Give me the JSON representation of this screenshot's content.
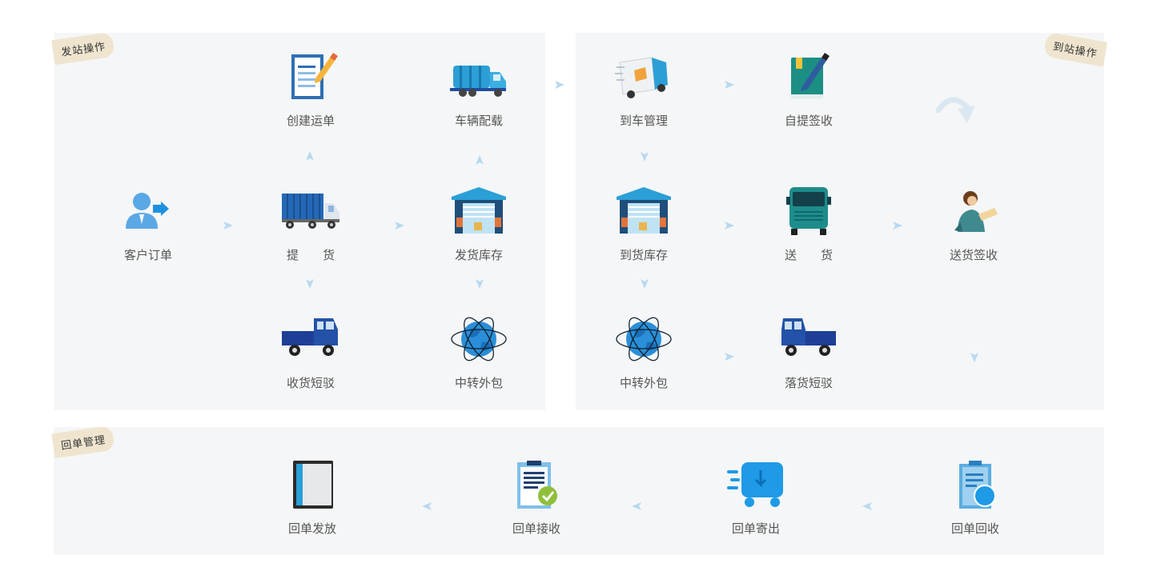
{
  "sections": {
    "send": "发站操作",
    "arrive": "到站操作",
    "receipt": "回单管理"
  },
  "nodes": {
    "customer_order": "客户订单",
    "create_waybill": "创建运单",
    "vehicle_loading": "车辆配载",
    "pickup": "提　　货",
    "send_inventory": "发货库存",
    "collect_shuttle": "收货短驳",
    "transfer_outsource_1": "中转外包",
    "arrival_mgmt": "到车管理",
    "self_pickup_sign": "自提签收",
    "arrival_inventory": "到货库存",
    "delivery": "送　　货",
    "delivery_sign": "送货签收",
    "transfer_outsource_2": "中转外包",
    "drop_shuttle": "落货短驳",
    "receipt_issue": "回单发放",
    "receipt_receive": "回单接收",
    "receipt_mail": "回单寄出",
    "receipt_recover": "回单回收"
  },
  "icons": {
    "customer_order": "user-forward-icon",
    "create_waybill": "clipboard-pencil-icon",
    "vehicle_loading": "garbage-truck-icon",
    "pickup": "container-truck-icon",
    "send_inventory": "warehouse-icon",
    "collect_shuttle": "pickup-truck-icon",
    "transfer": "globe-orbit-icon",
    "arrival_mgmt": "delivery-van-icon",
    "self_pickup_sign": "book-pen-icon",
    "delivery": "truck-front-icon",
    "delivery_sign": "courier-person-icon",
    "receipt_issue": "book-icon",
    "receipt_receive": "clipboard-check-icon",
    "receipt_mail": "fast-truck-icon",
    "receipt_recover": "clipboard-clock-icon",
    "flow_arrow": "arrow-icon",
    "curved_arrow": "curved-arrow-icon"
  },
  "colors": {
    "arrow": "#b8d9f0",
    "panel": "#f5f6f7",
    "tag": "#efe5cf",
    "primary_blue": "#1e90e0",
    "dark_blue": "#1f4e9e"
  }
}
